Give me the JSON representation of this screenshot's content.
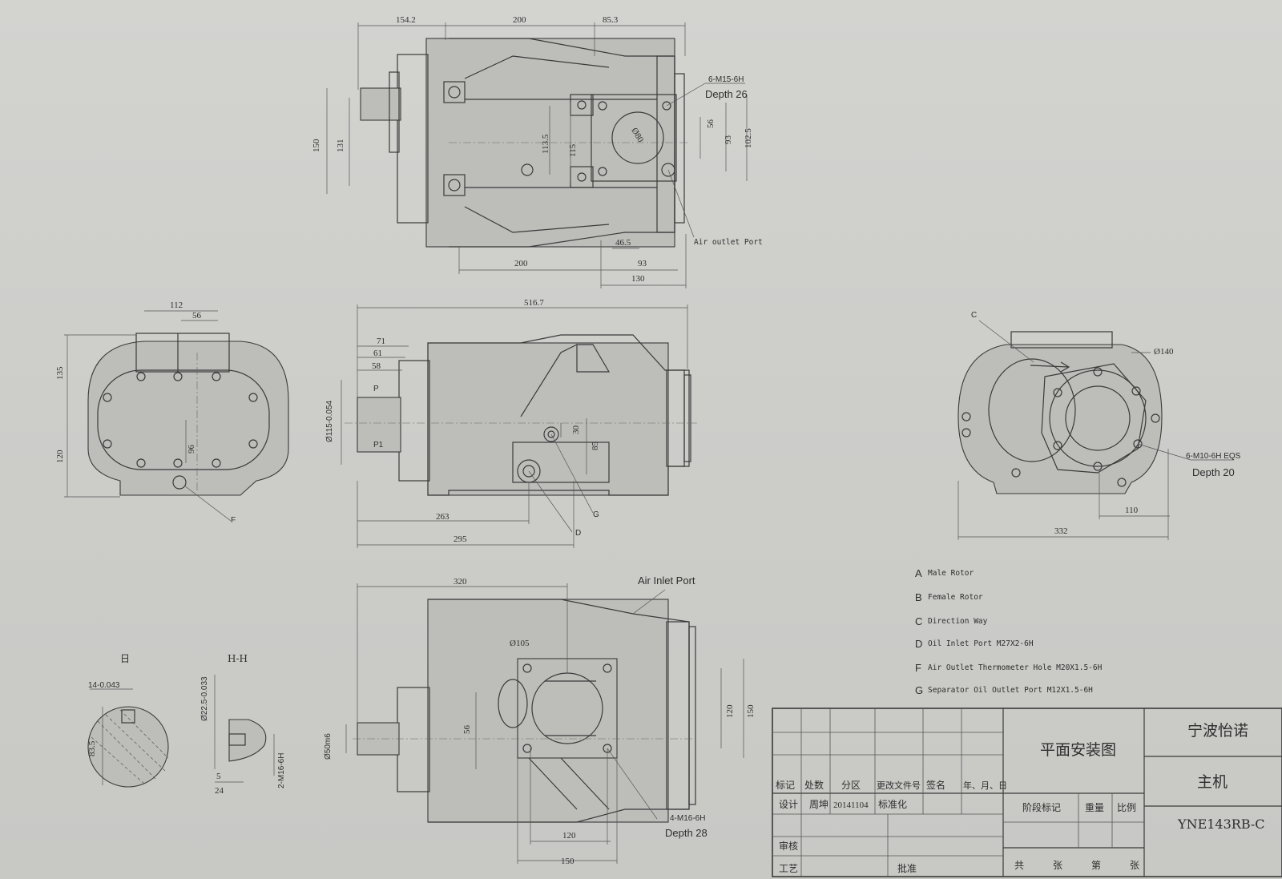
{
  "top_view": {
    "dims": [
      "154.2",
      "200",
      "85.3",
      "150",
      "131",
      "113.5",
      "115",
      "Ø80",
      "56",
      "93",
      "102.5",
      "200",
      "46.5",
      "93",
      "130"
    ],
    "note_thread": "6-M15-6H",
    "note_depth": "Depth 26",
    "air_outlet": "Air outlet Port"
  },
  "side_view": {
    "dims": [
      "516.7",
      "71",
      "61",
      "58",
      "Ø115-0.054",
      "30",
      "85",
      "263",
      "295"
    ],
    "key_p": "P",
    "key_p1": "P1",
    "label_g": "G",
    "label_d": "D"
  },
  "left_view": {
    "dims": [
      "112",
      "56",
      "135",
      "120",
      "96"
    ],
    "label_f": "F"
  },
  "right_view": {
    "label_c": "C",
    "dims": [
      "Ø140",
      "110",
      "332"
    ],
    "note_thread": "6-M10-6H EQS",
    "note_depth": "Depth 20"
  },
  "bottom_view": {
    "dims": [
      "320",
      "Ø105",
      "56",
      "Ø50m6",
      "120",
      "150",
      "120",
      "150"
    ],
    "air_inlet": "Air Inlet Port",
    "note_thread": "4-M16-6H",
    "note_depth": "Depth 28"
  },
  "sections": {
    "title_a": "日",
    "dim_key_w": "14-0.043",
    "dim_dia": "83.5",
    "title_h": "H-H",
    "dim_h_vert": "Ø22.5-0.033",
    "dim_thread": "2-M16-6H",
    "dim_5": "5",
    "dim_24": "24"
  },
  "legend": [
    {
      "key": "A",
      "text": "Male Rotor"
    },
    {
      "key": "B",
      "text": "Female Rotor"
    },
    {
      "key": "C",
      "text": "Direction Way"
    },
    {
      "key": "D",
      "text": "Oil Inlet Port M27X2-6H"
    },
    {
      "key": "F",
      "text": "Air Outlet Thermometer Hole M20X1.5-6H"
    },
    {
      "key": "G",
      "text": "Separator Oil Outlet Port M12X1.5-6H"
    }
  ],
  "title_block": {
    "drawing_name": "平面安装图",
    "company": "宁波怡诺",
    "part_name": "主机",
    "model": "YNE143RB-C",
    "header_cells": [
      "标记",
      "处数",
      "分区",
      "更改文件号",
      "签名",
      "年、月、日"
    ],
    "design_row": [
      "设计",
      "周坤",
      "20141104",
      "标准化"
    ],
    "review": "审核",
    "process": "工艺",
    "approve": "批准",
    "stage_mark": "阶段标记",
    "weight": "重量",
    "scale": "比例",
    "sheet_total": "共",
    "sheet_unit1": "张",
    "sheet_no": "第",
    "sheet_unit2": "张"
  }
}
